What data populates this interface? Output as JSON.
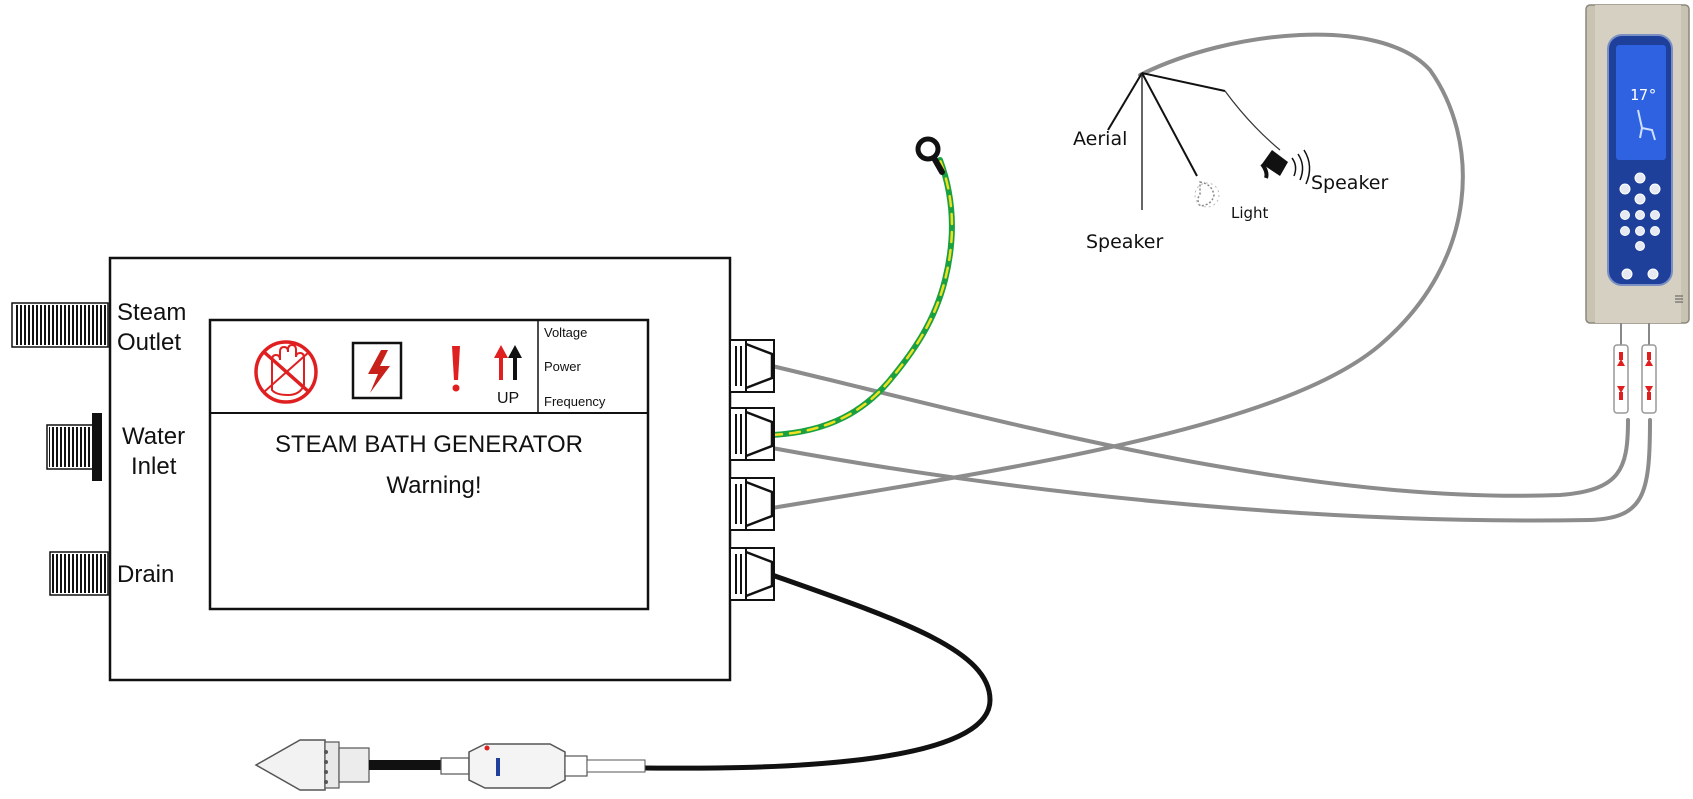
{
  "generator": {
    "title": "STEAM BATH GENERATOR",
    "warning": "Warning!",
    "up_label": "UP",
    "spec_labels": [
      "Voltage",
      "Power",
      "Frequency"
    ],
    "icons": [
      "no-touch-icon",
      "high-voltage-icon",
      "exclamation-icon",
      "up-arrows-icon"
    ]
  },
  "ports": {
    "steam_outlet": [
      "Steam",
      "Outlet"
    ],
    "water_inlet": [
      "Water",
      "Inlet"
    ],
    "drain": "Drain"
  },
  "accessories": {
    "aerial": "Aerial",
    "speaker_left": "Speaker",
    "light": "Light",
    "speaker_right": "Speaker"
  },
  "control_panel": {
    "display_value": "17°"
  },
  "colors": {
    "cable_grey": "#8c8c8c",
    "ground_green": "#1aa040",
    "ground_yellow": "#f0e020",
    "power_cable": "#111111",
    "warning_red": "#e02020",
    "panel_blue": "#1e3f9a",
    "panel_silver": "#c9c3b4"
  }
}
